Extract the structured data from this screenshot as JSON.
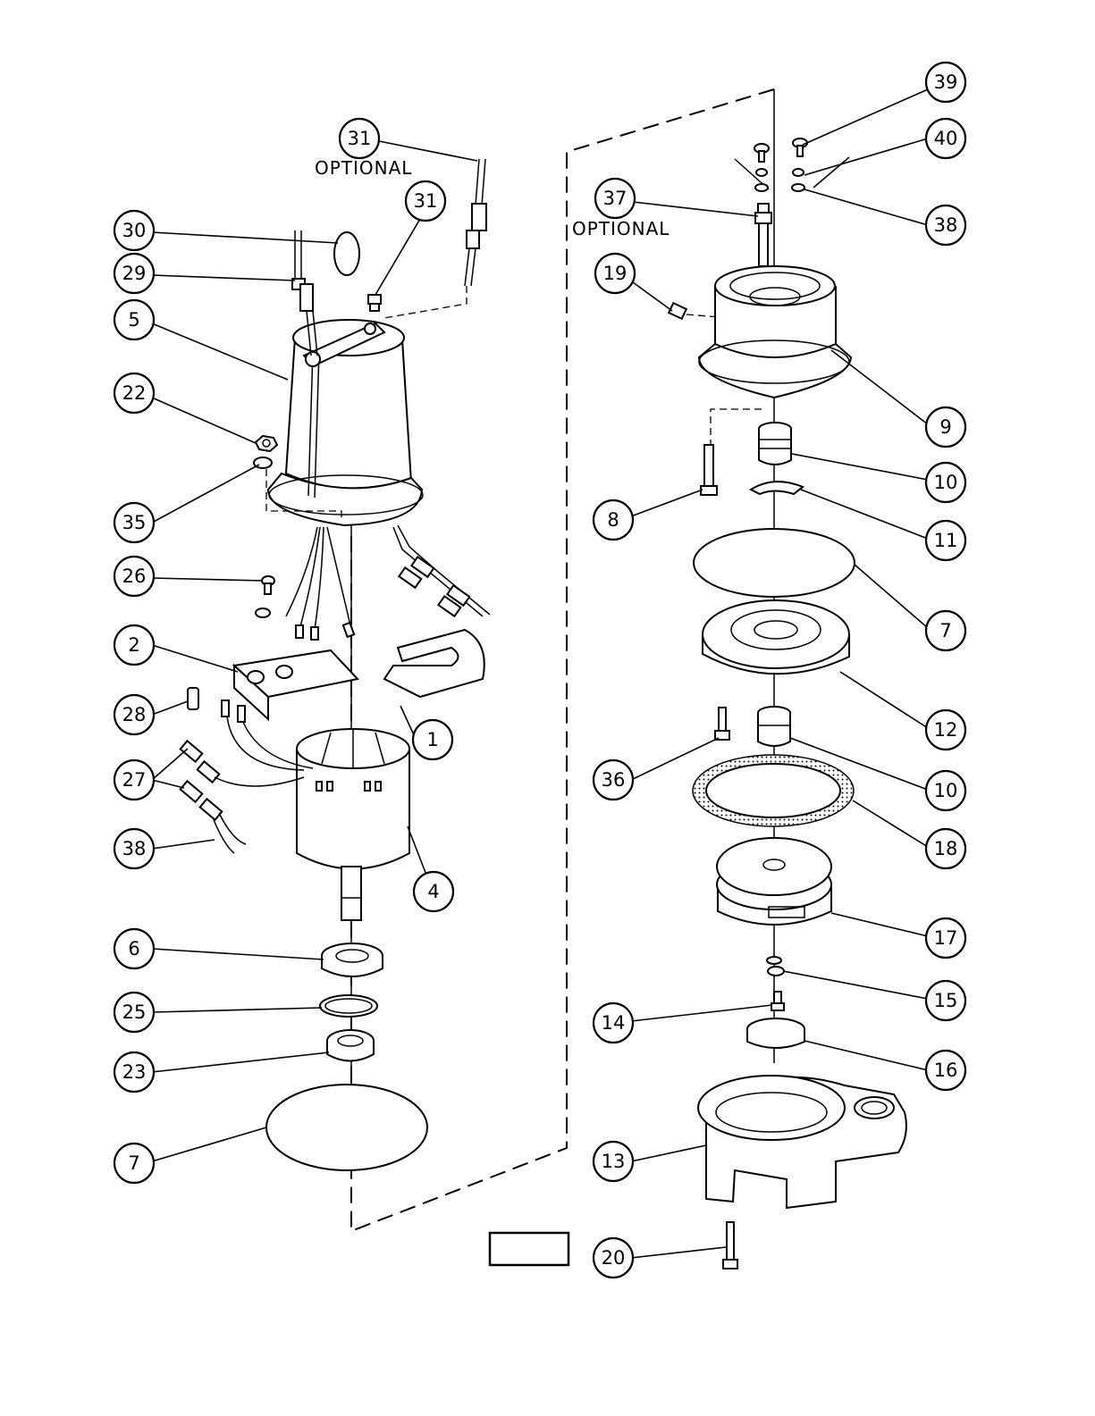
{
  "callouts": [
    {
      "id": "c31a",
      "label": "31"
    },
    {
      "id": "c31b",
      "label": "31"
    },
    {
      "id": "c30",
      "label": "30"
    },
    {
      "id": "c29",
      "label": "29"
    },
    {
      "id": "c5",
      "label": "5"
    },
    {
      "id": "c22",
      "label": "22"
    },
    {
      "id": "c35",
      "label": "35"
    },
    {
      "id": "c26",
      "label": "26"
    },
    {
      "id": "c2",
      "label": "2"
    },
    {
      "id": "c28",
      "label": "28"
    },
    {
      "id": "c27",
      "label": "27"
    },
    {
      "id": "c38a",
      "label": "38"
    },
    {
      "id": "c1",
      "label": "1"
    },
    {
      "id": "c4",
      "label": "4"
    },
    {
      "id": "c6",
      "label": "6"
    },
    {
      "id": "c25",
      "label": "25"
    },
    {
      "id": "c23",
      "label": "23"
    },
    {
      "id": "c7a",
      "label": "7"
    },
    {
      "id": "c39",
      "label": "39"
    },
    {
      "id": "c40",
      "label": "40"
    },
    {
      "id": "c37",
      "label": "37"
    },
    {
      "id": "c38b",
      "label": "38"
    },
    {
      "id": "c19",
      "label": "19"
    },
    {
      "id": "c9",
      "label": "9"
    },
    {
      "id": "c10a",
      "label": "10"
    },
    {
      "id": "c8",
      "label": "8"
    },
    {
      "id": "c11",
      "label": "11"
    },
    {
      "id": "c7b",
      "label": "7"
    },
    {
      "id": "c12",
      "label": "12"
    },
    {
      "id": "c36",
      "label": "36"
    },
    {
      "id": "c10b",
      "label": "10"
    },
    {
      "id": "c18",
      "label": "18"
    },
    {
      "id": "c17",
      "label": "17"
    },
    {
      "id": "c15",
      "label": "15"
    },
    {
      "id": "c14",
      "label": "14"
    },
    {
      "id": "c16",
      "label": "16"
    },
    {
      "id": "c13",
      "label": "13"
    },
    {
      "id": "c20",
      "label": "20"
    }
  ],
  "notes": {
    "optional_31": "OPTIONAL",
    "optional_37": "OPTIONAL"
  },
  "figure_label_box": ""
}
